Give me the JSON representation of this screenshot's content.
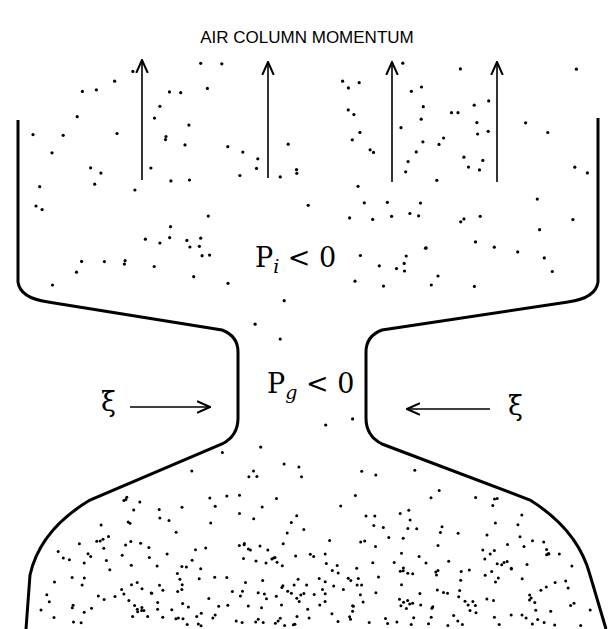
{
  "diagram": {
    "title": "AIR COLUMN MOMENTUM",
    "labels": [
      "Pi < 0",
      "Pg < 0",
      "ξ̇",
      "ξ̇"
    ]
  }
}
